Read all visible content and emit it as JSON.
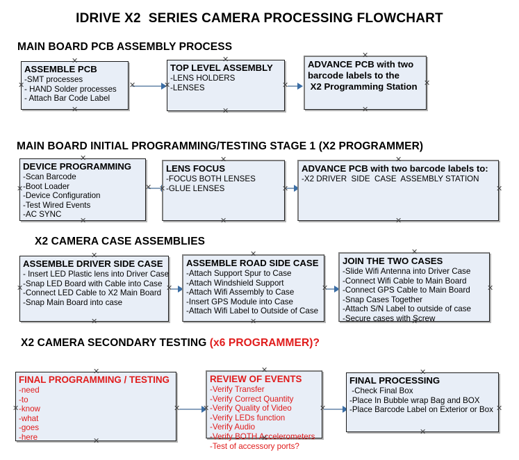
{
  "document": {
    "title": "IDRIVE X2  SERIES CAMERA PROCESSING FLOWCHART"
  },
  "colors": {
    "box_fill": "#e8eef7",
    "box_border": "#1a1a1a",
    "connector": "#8aa2bd",
    "arrowhead": "#3b6ea5",
    "accent_red": "#e01b1b",
    "text": "#000000",
    "background": "#ffffff"
  },
  "sections": [
    {
      "id": "main-board-pcb-assembly",
      "title": "MAIN BOARD PCB ASSEMBLY PROCESS",
      "title_accent": "",
      "boxes": [
        {
          "id": "assemble-pcb",
          "title": "ASSEMBLE PCB",
          "lines": [
            "-SMT processes",
            "- HAND Solder processes",
            "- Attach Bar Code Label"
          ]
        },
        {
          "id": "top-level-assembly",
          "title": "TOP LEVEL ASSEMBLY",
          "lines": [
            "-LENS HOLDERS",
            "-LENSES"
          ]
        },
        {
          "id": "advance-pcb-to-x2-programming-station",
          "title": "ADVANCE PCB with two",
          "lines": [
            "barcode labels to the",
            " X2 Programming Station"
          ]
        }
      ]
    },
    {
      "id": "main-board-initial-programming",
      "title": "MAIN BOARD INITIAL PROGRAMMING/TESTING STAGE 1 (X2 PROGRAMMER)",
      "title_accent": "",
      "boxes": [
        {
          "id": "device-programming",
          "title": "DEVICE PROGRAMMING",
          "lines": [
            "-Scan Barcode",
            "-Boot Loader",
            "-Device Configuration",
            "-Test Wired Events",
            "-AC SYNC"
          ]
        },
        {
          "id": "lens-focus",
          "title": "LENS FOCUS",
          "lines": [
            "-FOCUS BOTH LENSES",
            "-GLUE LENSES"
          ]
        },
        {
          "id": "advance-pcb-to-driver-side-case-assembly",
          "title": "ADVANCE PCB with two barcode labels to:",
          "lines": [
            "-X2 DRIVER  SIDE  CASE  ASSEMBLY STATION"
          ]
        }
      ]
    },
    {
      "id": "x2-camera-case-assemblies",
      "title": "X2 CAMERA CASE ASSEMBLIES",
      "title_accent": "",
      "boxes": [
        {
          "id": "assemble-driver-side-case",
          "title": "ASSEMBLE DRIVER SIDE CASE",
          "lines": [
            "- Insert LED Plastic lens into Driver Case",
            "-Snap LED Board with Cable into Case",
            "-Connect LED Cable to X2 Main Board",
            "-Snap Main Board into case"
          ]
        },
        {
          "id": "assemble-road-side-case",
          "title": "ASSEMBLE ROAD SIDE CASE",
          "lines": [
            "-Attach Support Spur to Case",
            "-Attach Windshield Support",
            "-Attach Wifi Assembly to Case",
            "-Insert GPS Module into Case",
            "-Attach Wifi Label to Outside of Case"
          ]
        },
        {
          "id": "join-the-two-cases",
          "title": "JOIN THE TWO CASES",
          "lines": [
            "-Slide Wifi Antenna into Driver Case",
            "-Connect Wifi Cable to Main Board",
            "-Connect GPS Cable to Main Board",
            "-Snap Cases Together",
            "-Attach S/N Label to outside of case",
            "-Secure cases with Screw"
          ]
        }
      ]
    },
    {
      "id": "x2-camera-secondary-testing",
      "title": "X2 CAMERA SECONDARY TESTING ",
      "title_accent": "(x6 PROGRAMMER)?",
      "boxes": [
        {
          "id": "final-programming-testing",
          "title": "FINAL PROGRAMMING / TESTING",
          "lines": [
            "-need",
            "-to",
            "-know",
            "-what",
            "-goes",
            "-here"
          ]
        },
        {
          "id": "review-of-events",
          "title": "REVIEW OF EVENTS",
          "lines": [
            "-Verify Transfer",
            "-Verify Correct Quantity",
            "-Verify Quality of Video",
            "-Verify LEDs function",
            "-Verify Audio",
            "-Verify BOTH Accelerometers",
            "-Test of accessory ports?"
          ]
        },
        {
          "id": "final-processing",
          "title": "FINAL PROCESSING",
          "lines": [
            " -Check Final Box",
            "-Place In Bubble wrap Bag and BOX",
            "-Place Barcode Label on Exterior or Box"
          ]
        }
      ]
    }
  ]
}
